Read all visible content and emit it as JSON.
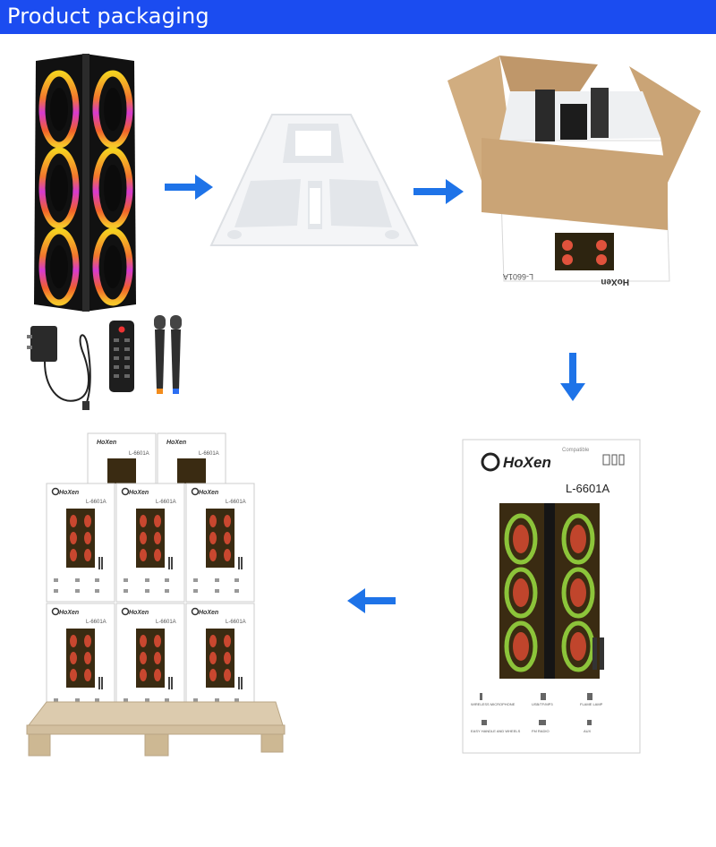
{
  "header": {
    "title": "Product packaging"
  },
  "brand": "HoXen",
  "model": "L-6601A",
  "box_corner_label": "Compatible",
  "features": [
    "WIRELESS MICROPHONE",
    "USB/TF/MP3",
    "FLAME LAMP",
    "EASY HANDLE AND WHEELS",
    "FM RADIO",
    "AUX"
  ],
  "colors": {
    "header_bg": "#1b4cf0",
    "arrow": "#1e73e8",
    "carton": "#c9a274",
    "pallet": "#d9c9ad"
  },
  "icons": [
    "arrow-right-icon",
    "arrow-down-icon",
    "arrow-left-icon"
  ]
}
